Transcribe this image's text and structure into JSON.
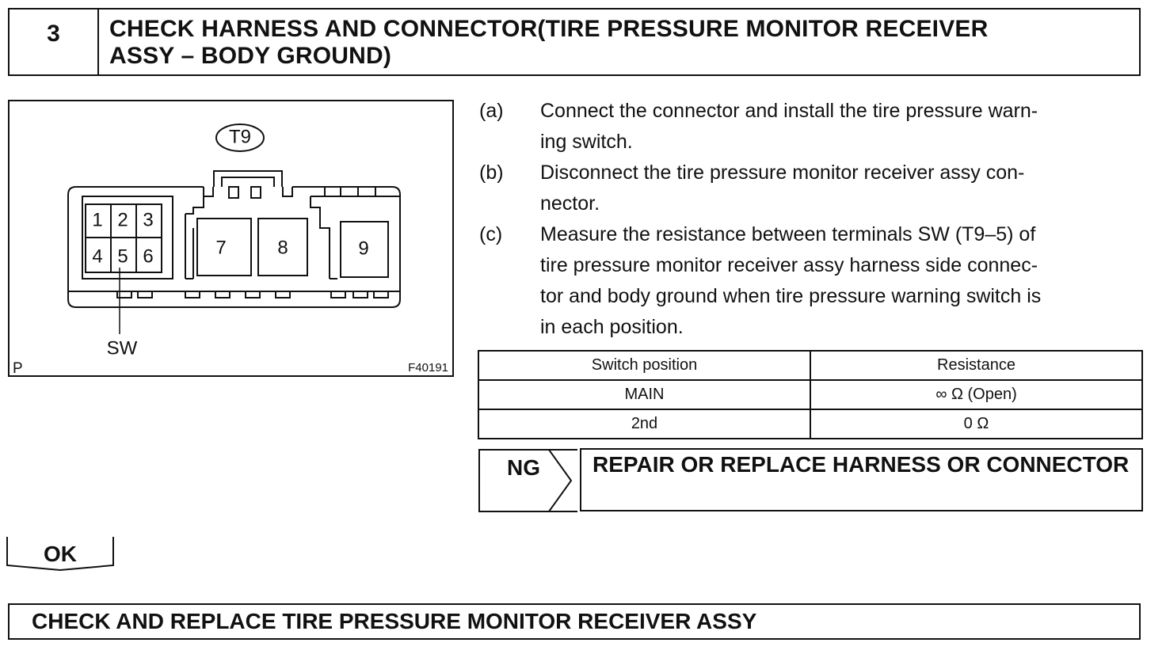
{
  "step": {
    "number": "3",
    "title_line1": "CHECK HARNESS AND CONNECTOR(TIRE PRESSURE MONITOR RECEIVER",
    "title_line2": "ASSY – BODY GROUND)"
  },
  "diagram": {
    "connector_id": "T9",
    "pins": [
      "1",
      "2",
      "3",
      "4",
      "5",
      "6",
      "7",
      "8",
      "9"
    ],
    "terminal_label": "SW",
    "corner_mark": "P",
    "figure_code": "F40191"
  },
  "instructions": [
    {
      "letter": "(a)",
      "text": "Connect the connector and install the tire pressure warning switch."
    },
    {
      "letter": "(b)",
      "text": "Disconnect the tire pressure monitor receiver assy connector."
    },
    {
      "letter": "(c)",
      "text": "Measure the resistance between terminals SW (T9–5) of tire pressure monitor receiver assy harness side connector and body ground when tire pressure warning switch is in each position."
    }
  ],
  "instructions_display": [
    {
      "letter": "(a)",
      "lines": [
        "Connect the connector and install the tire pressure warn-",
        "ing switch."
      ]
    },
    {
      "letter": "(b)",
      "lines": [
        "Disconnect the tire pressure monitor receiver assy con-",
        "nector."
      ]
    },
    {
      "letter": "(c)",
      "lines": [
        "Measure the resistance between terminals SW (T9–5) of",
        "tire pressure monitor receiver assy harness side connec-",
        "tor and body ground when tire pressure warning switch is",
        "in each position."
      ]
    }
  ],
  "table": {
    "headers": [
      "Switch position",
      "Resistance"
    ],
    "rows": [
      [
        "MAIN",
        "∞ Ω (Open)"
      ],
      [
        "2nd",
        "0 Ω"
      ]
    ]
  },
  "ng": {
    "label": "NG",
    "action": "REPAIR OR REPLACE HARNESS OR CONNECTOR"
  },
  "ok": {
    "label": "OK"
  },
  "final_action": "CHECK AND REPLACE TIRE PRESSURE MONITOR RECEIVER ASSY"
}
